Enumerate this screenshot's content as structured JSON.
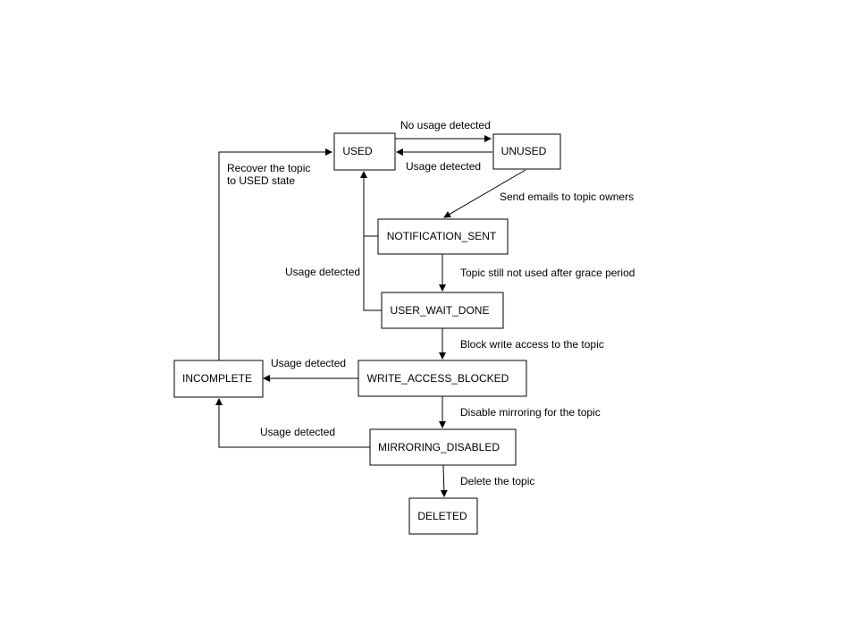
{
  "diagram": {
    "nodes": {
      "used": "USED",
      "unused": "UNUSED",
      "notification_sent": "NOTIFICATION_SENT",
      "user_wait_done": "USER_WAIT_DONE",
      "write_access_blocked": "WRITE_ACCESS_BLOCKED",
      "incomplete": "INCOMPLETE",
      "mirroring_disabled": "MIRRORING_DISABLED",
      "deleted": "DELETED"
    },
    "edges": {
      "used_to_unused": "No usage detected",
      "unused_to_used": "Usage detected",
      "unused_to_notification": "Send emails to topic owners",
      "back_to_used": "Usage detected",
      "notification_to_wait": "Topic still not used after grace period",
      "wait_to_blocked": "Block write access to the topic",
      "blocked_to_incomplete": "Usage detected",
      "blocked_to_mirroring": "Disable mirroring for the topic",
      "mirroring_to_incomplete": "Usage detected",
      "mirroring_to_deleted": "Delete the topic",
      "incomplete_to_used_line1": "Recover the topic",
      "incomplete_to_used_line2": "to USED state"
    }
  }
}
